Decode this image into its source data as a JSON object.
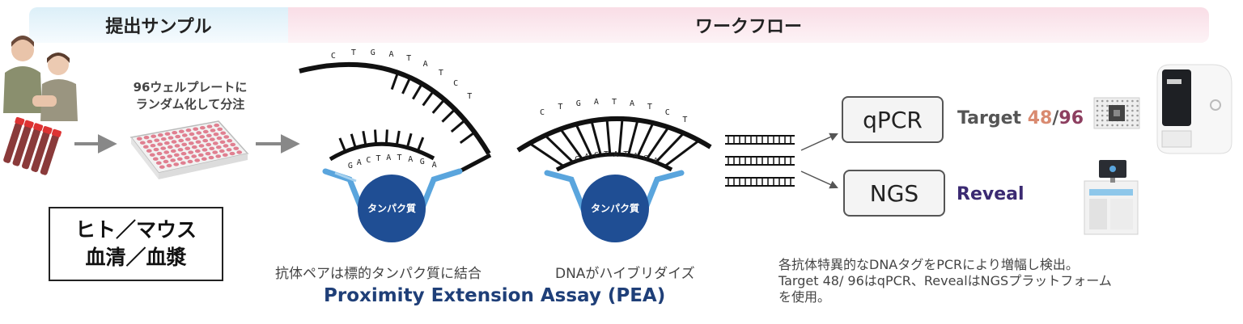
{
  "headers": {
    "samples": "提出サンプル",
    "workflow": "ワークフロー"
  },
  "plate_caption": [
    "96ウェルプレートに",
    "ランダム化して分注"
  ],
  "sample_types": [
    "ヒト／マウス",
    "血清／血漿"
  ],
  "protein_label": "タンパク質",
  "dna_top": [
    "C",
    "T",
    "G",
    "A",
    "T",
    "A",
    "T",
    "C",
    "T"
  ],
  "dna_bottom": [
    "G",
    "A",
    "C",
    "T",
    "A",
    "T",
    "A",
    "G",
    "A"
  ],
  "steps": {
    "binding": "抗体ペアは標的タンパク質に結合",
    "hybridize": "DNAがハイブリダイズ"
  },
  "assay_name": "Proximity Extension Assay (PEA)",
  "methods": {
    "qpcr": "qPCR",
    "ngs": "NGS"
  },
  "platforms": {
    "target_prefix": "Target ",
    "target_48": "48",
    "slash": "/",
    "target_96": "96",
    "reveal": "Reveal"
  },
  "description": [
    "各抗体特異的なDNAタグをPCRにより増幅し検出。",
    "Target 48/ 96はqPCR、RevealはNGSプラットフォーム",
    "を使用。"
  ],
  "colors": {
    "antibody": "#5aa5dd",
    "protein": "#1f4e94",
    "arrow": "#888888",
    "plate_wells": "#e07f90"
  },
  "icons": [
    "people-icon",
    "blood-tubes-icon",
    "well-plate-icon",
    "qpcr-instrument-icon",
    "ngs-instrument-icon",
    "chip-icon"
  ]
}
